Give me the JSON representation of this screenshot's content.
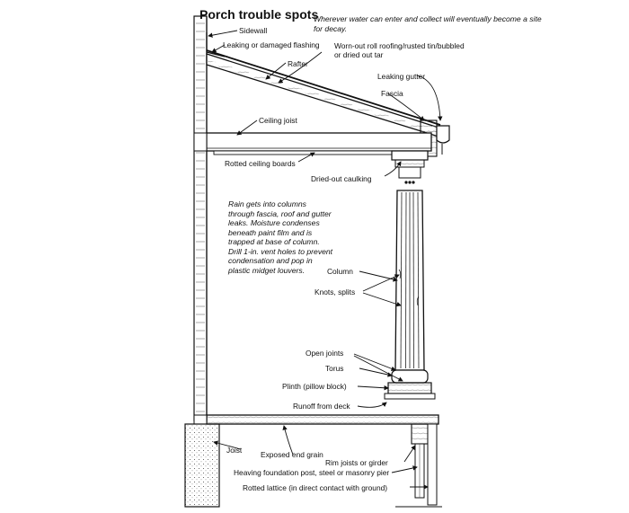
{
  "title": "Porch trouble spots",
  "notes": {
    "top": "Wherever water can enter and collect will eventually become a site for decay.",
    "columns": "Rain gets into columns through fascia, roof and gutter leaks. Moisture condenses beneath paint film and is trapped at base of column. Drill 1-in. vent holes to prevent condensation and pop in plastic midget louvers."
  },
  "labels": {
    "sidewall": "Sidewall",
    "flashing": "Leaking or damaged flashing",
    "roofing": "Worn-out roll roofing/rusted tin/bubbled or dried out tar",
    "rafter": "Rafter",
    "gutter": "Leaking gutter",
    "fascia": "Fascia",
    "ceiling_joist": "Ceiling joist",
    "ceiling_boards": "Rotted ceiling boards",
    "caulking": "Dried-out caulking",
    "column": "Column",
    "knots": "Knots, splits",
    "open_joints": "Open joints",
    "torus": "Torus",
    "plinth": "Plinth (pillow block)",
    "runoff": "Runoff from deck",
    "joist": "Joist",
    "end_grain": "Exposed end grain",
    "rim_joists": "Rim joists or girder",
    "foundation": "Heaving foundation post, steel or masonry pier",
    "lattice": "Rotted lattice (in direct contact with ground)"
  }
}
